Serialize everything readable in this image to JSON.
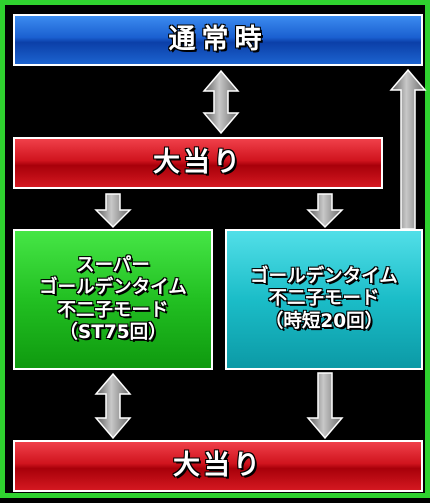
{
  "diagram": {
    "normal_state": "通常時",
    "big_win_1": "大当り",
    "big_win_2": "大当り",
    "super_mode": {
      "lines": [
        "スーパー",
        "ゴールデンタイム",
        "不二子モード",
        "（ST75回）"
      ]
    },
    "golden_mode": {
      "lines": [
        "ゴールデンタイム",
        "不二子モード",
        "（時短20回）"
      ]
    }
  },
  "colors": {
    "frame": "#2fd22f",
    "normal_blue": "#1a5fd0",
    "big_win_red": "#d0141e",
    "super_green": "#22c022",
    "golden_cyan": "#1bbdc8",
    "arrow_gray": "#8a8a8a"
  }
}
